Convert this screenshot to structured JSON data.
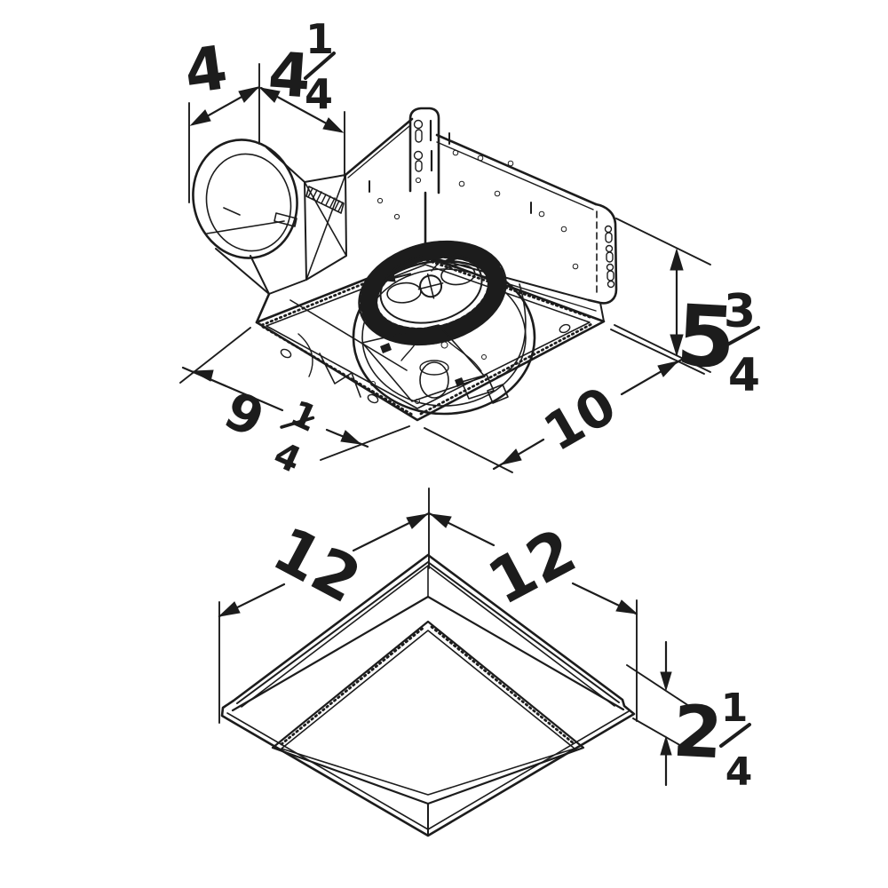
{
  "colors": {
    "ink": "#1c1c1c",
    "paper": "#ffffff"
  },
  "dims": {
    "duct_width": {
      "whole": "4"
    },
    "duct_offset": {
      "whole": "4",
      "num": "1",
      "den": "4"
    },
    "height": {
      "whole": "5",
      "num": "3",
      "den": "4"
    },
    "depth": {
      "whole": "9",
      "num": "1",
      "den": "4"
    },
    "width": {
      "whole": "10"
    },
    "grille_left": {
      "whole": "12"
    },
    "grille_right": {
      "whole": "12"
    },
    "grille_height": {
      "whole": "2",
      "num": "1",
      "den": "4"
    }
  }
}
